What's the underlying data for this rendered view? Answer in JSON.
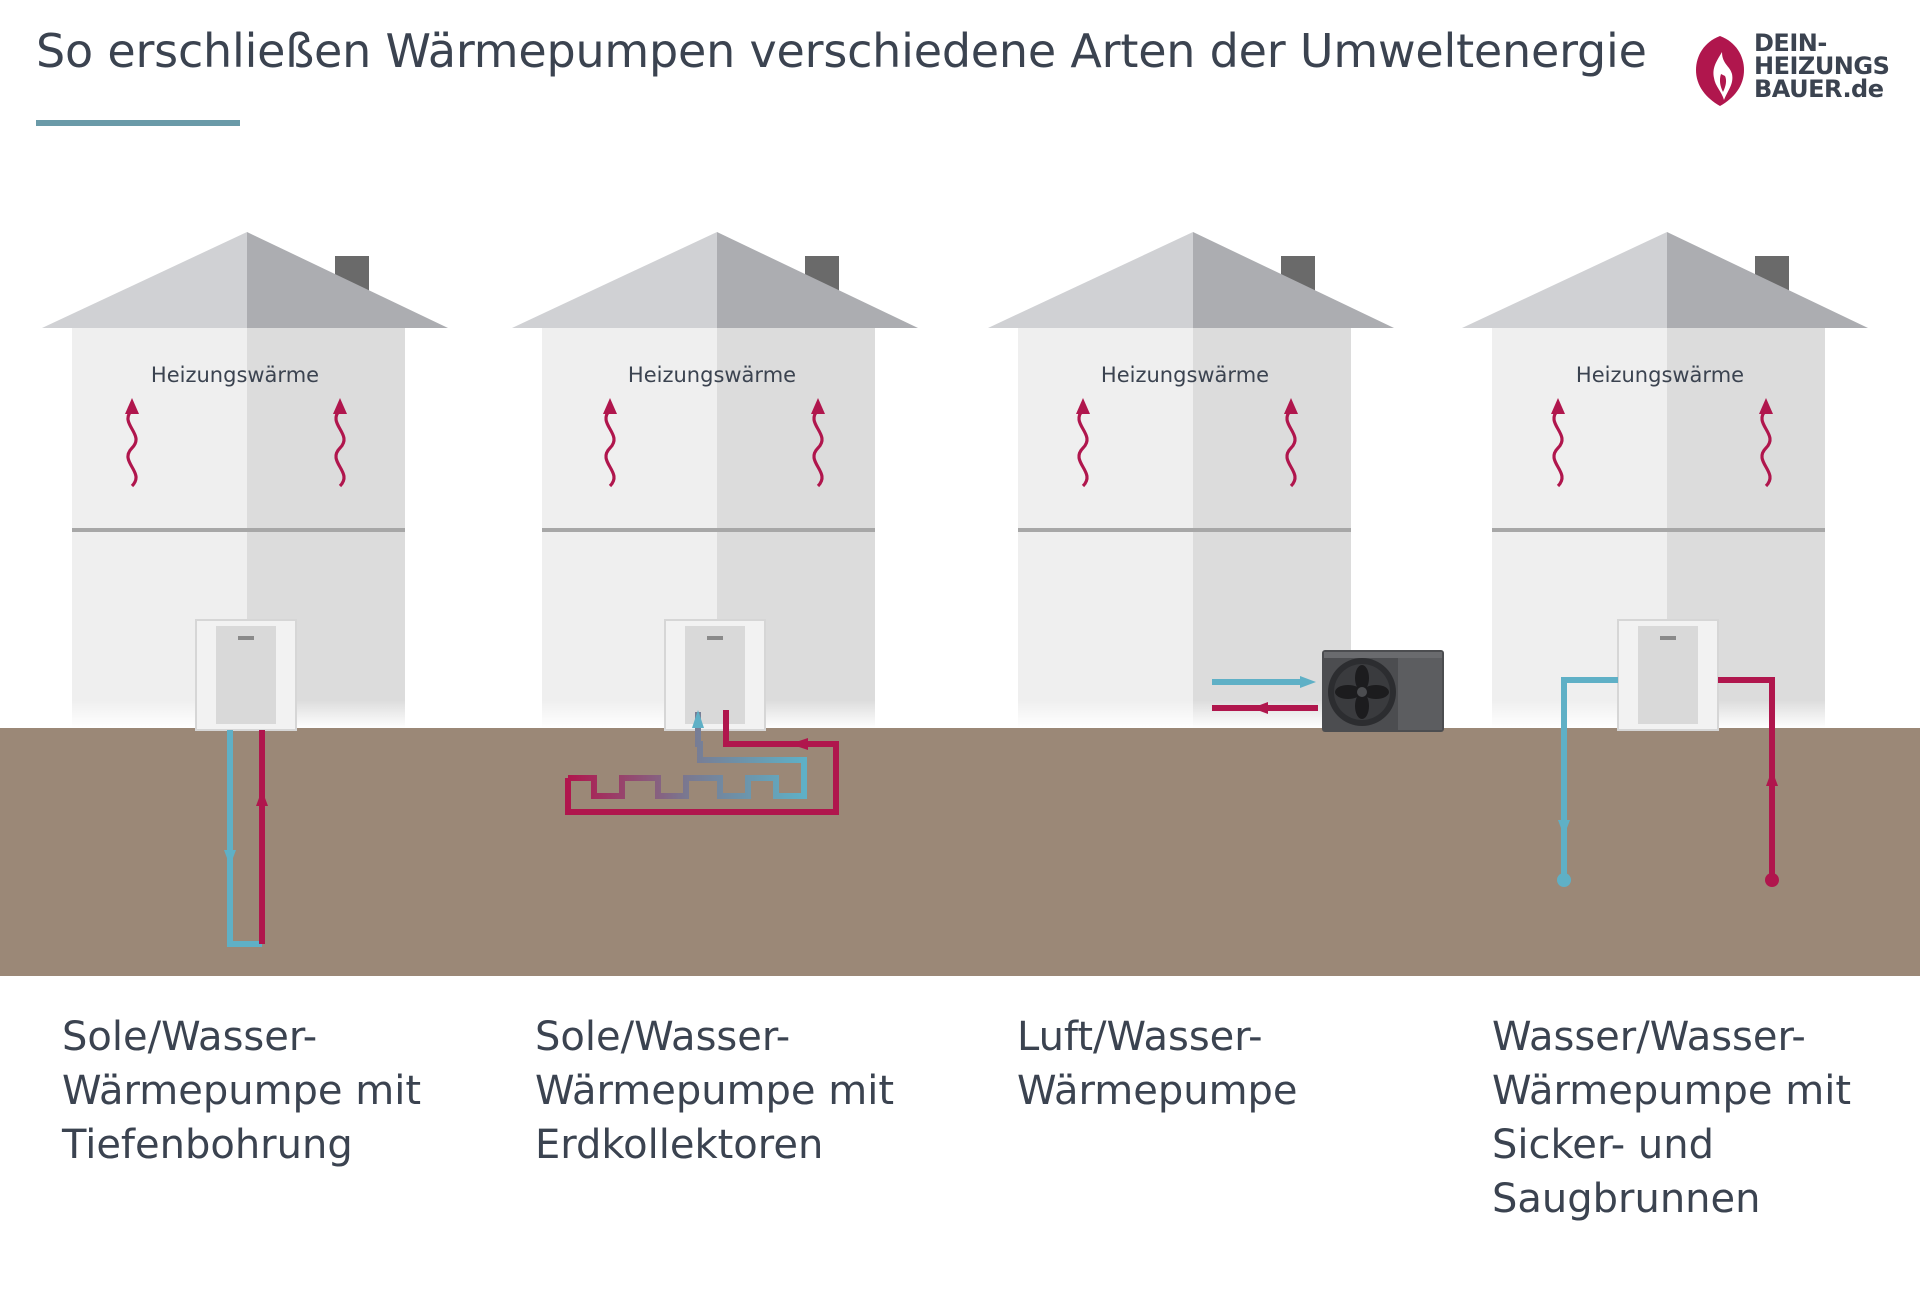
{
  "title": "So erschließen Wärmepumpen verschiedene Arten der Umweltenergie",
  "logo": {
    "lines": [
      "DEIN-",
      "HEIZUNGS",
      "BAUER.de"
    ],
    "brand_color": "#b0164d"
  },
  "colors": {
    "warm": "#b0164d",
    "cold": "#5fb0c6",
    "ground": "#9b8877",
    "wall_light": "#efefef",
    "wall_dark": "#dcdcdc",
    "roof_light": "#d0d1d4",
    "roof_dark": "#acadb1",
    "text": "#3b4350"
  },
  "houses": [
    {
      "label": "Heizungswärme",
      "caption": [
        "Sole/Wasser-",
        "Wärmepumpe mit",
        "Tiefenbohrung"
      ]
    },
    {
      "label": "Heizungswärme",
      "caption": [
        "Sole/Wasser-",
        "Wärmepumpe mit",
        "Erdkollektoren"
      ]
    },
    {
      "label": "Heizungswärme",
      "caption": [
        "Luft/Wasser-",
        "Wärmepumpe"
      ]
    },
    {
      "label": "Heizungswärme",
      "caption": [
        "Wasser/Wasser-",
        "Wärmepumpe mit",
        "Sicker- und",
        "Saugbrunnen"
      ]
    }
  ]
}
